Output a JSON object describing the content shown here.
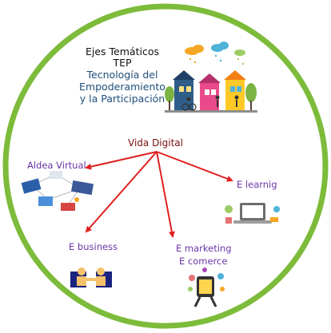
{
  "title": {
    "line1": "Ejes Temáticos",
    "line2": "TEP",
    "line3": "Tecnología del",
    "line4": "Empoderamiento",
    "line5": "y la Participación"
  },
  "center": {
    "label": "Vida Digital"
  },
  "nodes": [
    {
      "id": "aldea",
      "label": "Aldea Virtual"
    },
    {
      "id": "elearning",
      "label": "E learnig"
    },
    {
      "id": "ebusiness",
      "label": "E business"
    },
    {
      "id": "emarketing",
      "label": "E marketing",
      "label2": "E comerce"
    }
  ],
  "colors": {
    "ring": "#7dbb3a",
    "arrow": "#e02020",
    "label": "#6a35a8",
    "title_blue": "#1f4e79",
    "center": "#7a1010"
  }
}
